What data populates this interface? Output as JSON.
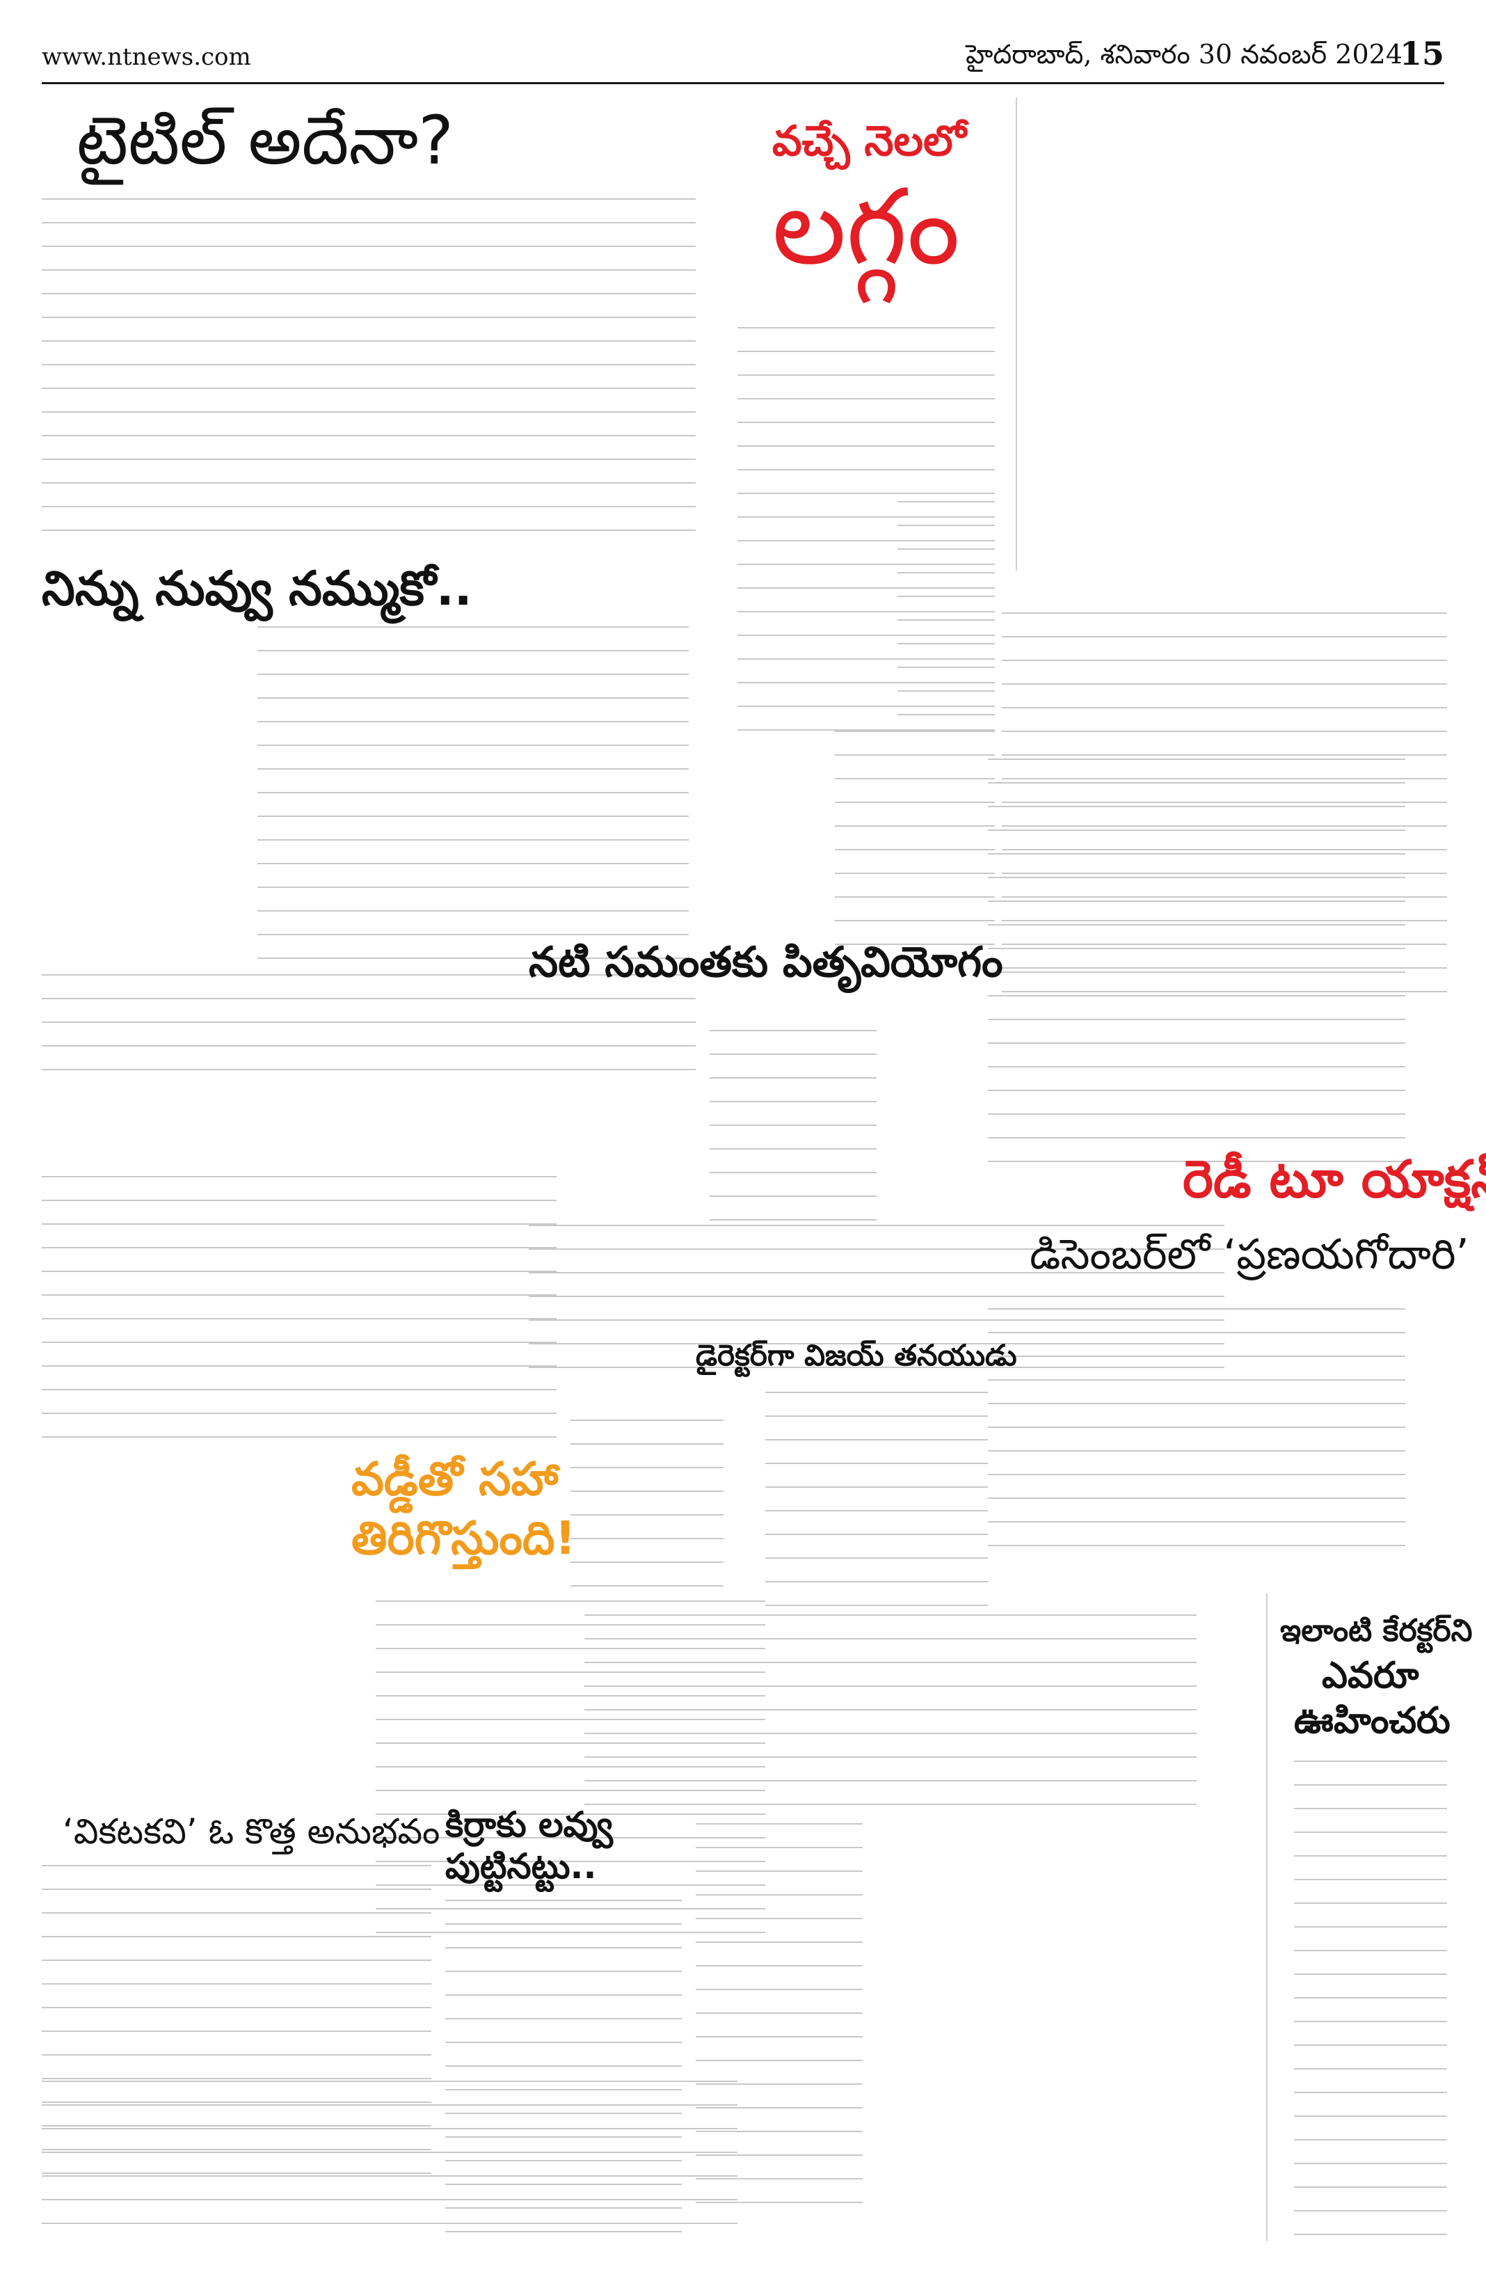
{
  "header": {
    "site": "www.ntnews.com",
    "dateline": "హైదరాబాద్, శనివారం 30 నవంబర్ 2024",
    "page_number": "15"
  },
  "articles": [
    {
      "headline": "టైటిల్ అదేనా?"
    },
    {
      "kicker": "వచ్చే నెలలో",
      "headline": "లగ్గం"
    },
    {
      "headline": "నిన్ను నువ్వు నమ్ముకో.."
    },
    {
      "headline": "నటి సమంతకు పితృవియోగం"
    },
    {
      "headline": "వడ్డీతో సహా",
      "headline2": "తిరిగొస్తుంది!"
    },
    {
      "headline": "రెడీ టూ యాక్షన్"
    },
    {
      "headline": "డిసెంబర్‌లో ‘ప్రణయగోదారి’"
    },
    {
      "headline": "డైరెక్టర్‌గా విజయ్ తనయుడు"
    },
    {
      "headline": "ఇలాంటి కేరక్టర్‌ని",
      "headline2": "ఎవరూ",
      "headline3": "ఊహించరు"
    },
    {
      "headline": "‘వికటకవి’ ఓ కొత్త అనుభవం"
    },
    {
      "headline": "కిర్రాకు లవ్వు",
      "headline2": "పుట్టినట్టు.."
    }
  ],
  "colors": {
    "accent_red": "#e31e24",
    "accent_orange": "#f29b1d",
    "ink": "#111111"
  }
}
